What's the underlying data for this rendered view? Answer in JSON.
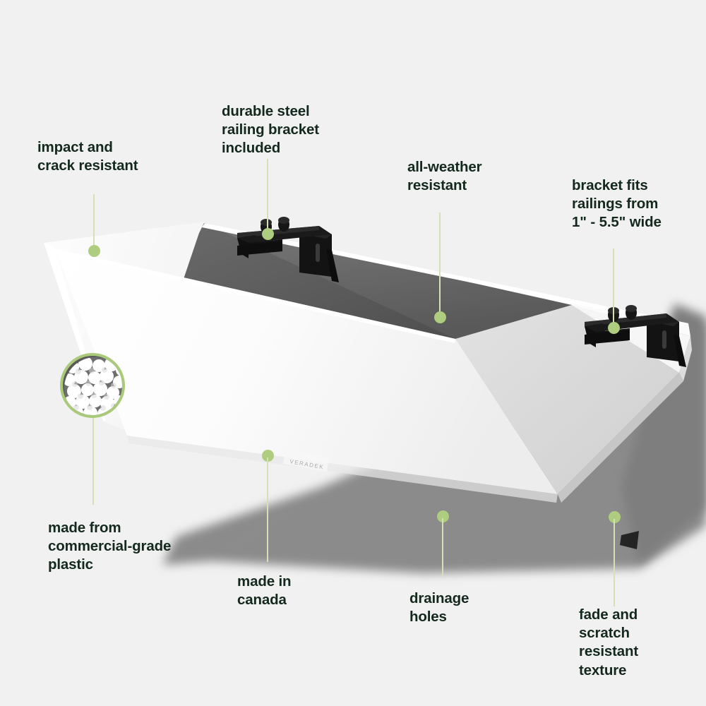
{
  "page": {
    "title": "Veradek railing planter feature callouts",
    "background_color": "#f1f1f1",
    "text_color": "#14291e",
    "accent_dot_color": "#aecd7e",
    "accent_line_color": "#d3e1b4",
    "product_color": "#ffffff",
    "bracket_color": "#111111",
    "shadow_color": "#8a8a8a"
  },
  "product": {
    "name": "rectangular white railing planter box",
    "brand_label": "VERADEK",
    "bracket_count": 2,
    "interior_visible": true
  },
  "callouts": [
    {
      "id": "impact-and-crack-resistant",
      "text": "impact and\ncrack resistant",
      "lines": [
        "impact and",
        "crack resistant"
      ]
    },
    {
      "id": "durable-steel-railing-bracket-included",
      "text": "durable steel\nrailing bracket\nincluded",
      "lines": [
        "durable steel",
        "railing bracket",
        "included"
      ]
    },
    {
      "id": "all-weather-resistant",
      "text": "all-weather\nresistant",
      "lines": [
        "all-weather",
        "resistant"
      ]
    },
    {
      "id": "bracket-fits-railings",
      "text": "bracket fits\nrailings from\n1\" - 5.5\" wide",
      "lines": [
        "bracket fits",
        "railings from",
        "1\" - 5.5\" wide"
      ]
    },
    {
      "id": "made-from-commercial-grade-plastic",
      "text": "made from\ncommercial-grade\nplastic",
      "lines": [
        "made from",
        "commercial-grade",
        "plastic"
      ]
    },
    {
      "id": "made-in-canada",
      "text": "made in\ncanada",
      "lines": [
        "made in",
        "canada"
      ]
    },
    {
      "id": "drainage-holes",
      "text": "drainage\nholes",
      "lines": [
        "drainage",
        "holes"
      ]
    },
    {
      "id": "fade-and-scratch-resistant-texture",
      "text": "fade and\nscratch\nresistant\ntexture",
      "lines": [
        "fade and",
        "scratch",
        "resistant",
        "texture"
      ]
    }
  ],
  "inset": {
    "id": "plastic-pellets-inset",
    "description": "white commercial-grade plastic resin pellets"
  }
}
